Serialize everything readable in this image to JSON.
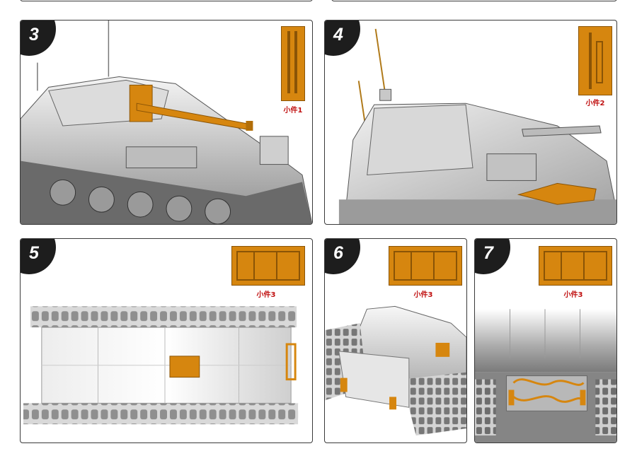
{
  "steps": [
    {
      "number": "3",
      "part_label": "小件1"
    },
    {
      "number": "4",
      "part_label": "小件2"
    },
    {
      "number": "5",
      "part_label": "小件3"
    },
    {
      "number": "6",
      "part_label": "小件3"
    },
    {
      "number": "7",
      "part_label": "小件3"
    }
  ],
  "colors": {
    "part_highlight": "#d6860f",
    "label_red": "#c01010",
    "badge": "#1d1d1d",
    "frame": "#3a3a3a"
  }
}
